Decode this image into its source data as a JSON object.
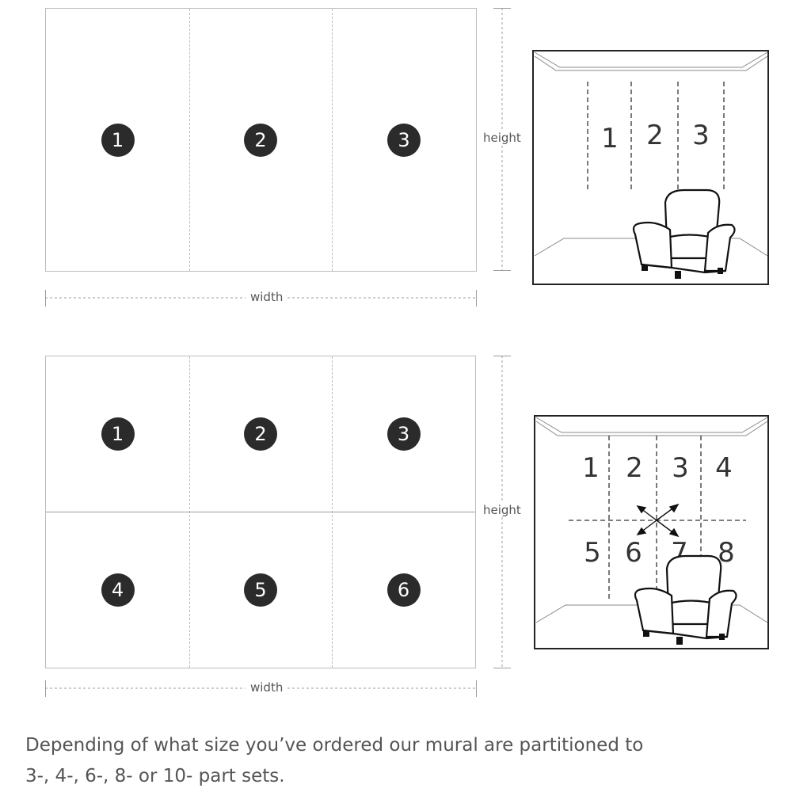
{
  "diagram1": {
    "panels": [
      "1",
      "2",
      "3"
    ],
    "height_label": "height",
    "width_label": "width",
    "room_numbers": [
      "1",
      "2",
      "3"
    ]
  },
  "diagram2": {
    "panels": [
      "1",
      "2",
      "3",
      "4",
      "5",
      "6"
    ],
    "height_label": "height",
    "width_label": "width",
    "room_numbers_top": [
      "1",
      "2",
      "3",
      "4"
    ],
    "room_numbers_bottom": [
      "5",
      "6",
      "7",
      "8"
    ]
  },
  "caption": {
    "line1": "Depending of what size you’ve ordered our mural are partitioned to",
    "line2": "3-, 4-, 6-, 8- or 10- part sets."
  },
  "colors": {
    "badge": "#2b2b2b",
    "panel_border": "#bdbdbd",
    "text": "#555555"
  }
}
